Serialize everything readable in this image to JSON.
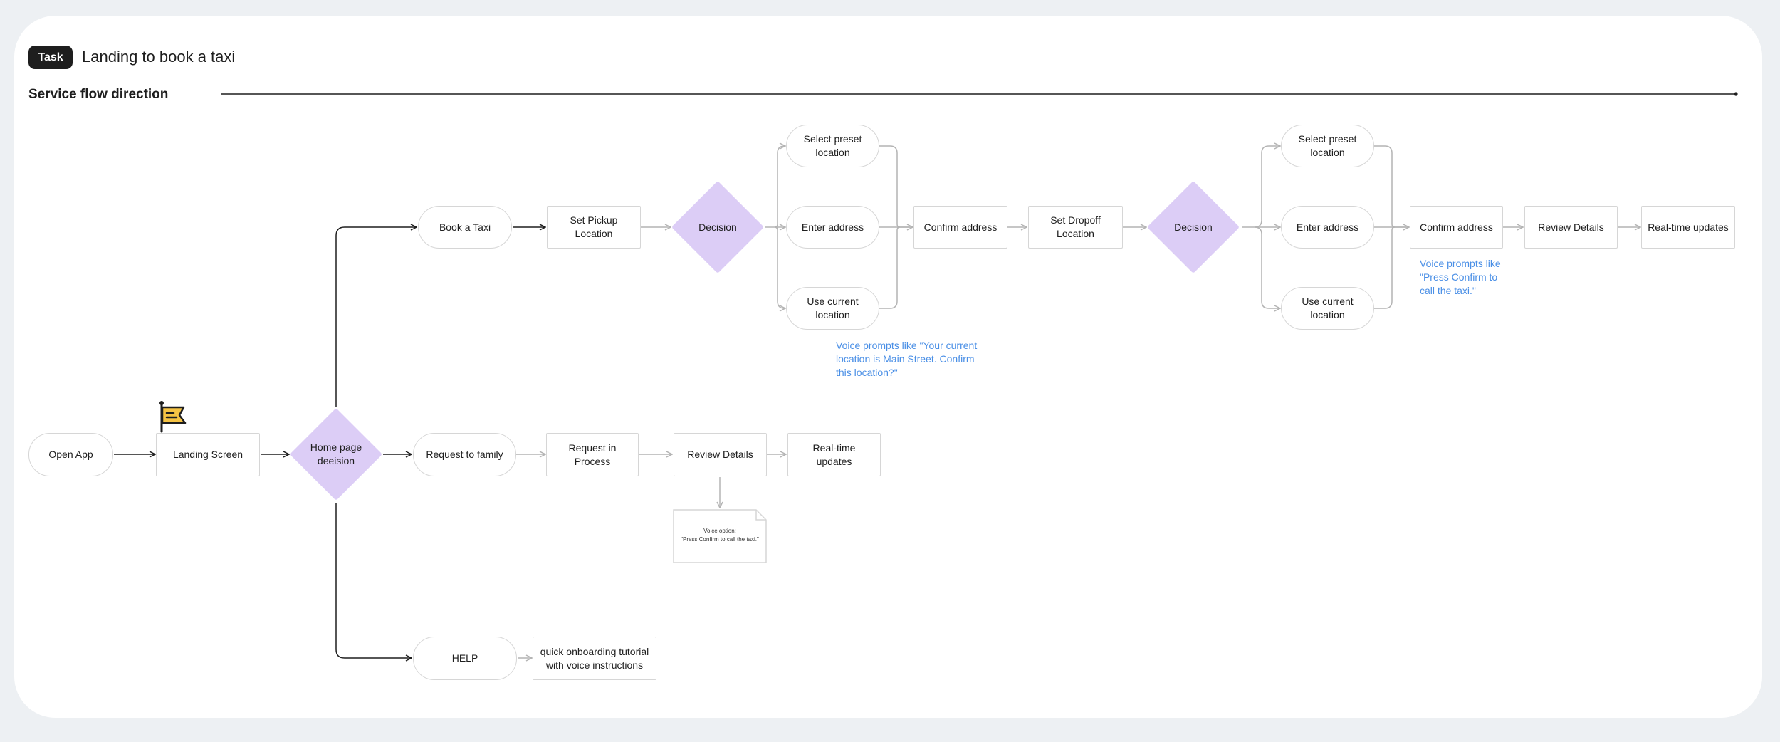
{
  "header": {
    "badge": "Task",
    "title": "Landing to book a taxi",
    "flow_label": "Service flow direction"
  },
  "nodes": {
    "open_app": "Open App",
    "landing_screen": "Landing Screen",
    "home_decision": "Home page deeision",
    "book_taxi": "Book a Taxi",
    "set_pickup": "Set Pickup Location",
    "decision_1": "Decision",
    "select_preset_1": "Select preset location",
    "enter_address_1": "Enter address",
    "use_current_1": "Use current location",
    "confirm_address_1": "Confirm address",
    "set_dropoff": "Set Dropoff Location",
    "decision_2": "Decision",
    "select_preset_2": "Select preset location",
    "enter_address_2": "Enter address",
    "use_current_2": "Use current location",
    "confirm_address_2": "Confirm address",
    "review_details_1": "Review Details",
    "realtime_1": "Real-time updates",
    "request_family": "Request to family",
    "request_process": "Request in Process",
    "review_details_2": "Review Details",
    "realtime_2": "Real-time updates",
    "help": "HELP",
    "onboarding": "quick onboarding tutorial with voice instructions"
  },
  "notes": {
    "voice_location": "Voice prompts like \"Your current location is Main Street. Confirm this location?\"",
    "voice_confirm": "Voice prompts like \"Press Confirm to call the taxi.\"",
    "doc_title": "Voice option:",
    "doc_body": "\"Press Confirm to call the taxi.\""
  },
  "colors": {
    "decision_fill": "#dccdf6",
    "note_text": "#4a8fe6",
    "primary_line": "#1e1e1e",
    "secondary_line": "#b4b4b4",
    "flag_fill": "#f5c344"
  },
  "icons": {
    "start_marker": "flag-icon"
  }
}
